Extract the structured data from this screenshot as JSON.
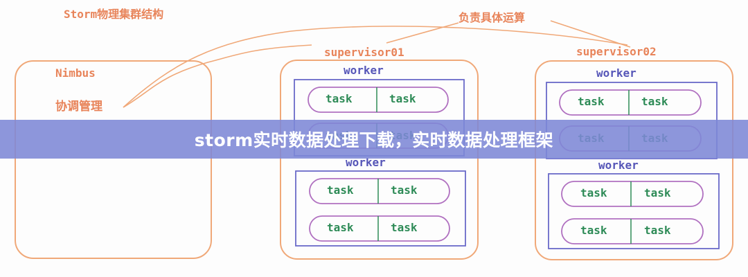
{
  "banner": {
    "title": "storm实时数据处理下载，实时数据处理框架"
  },
  "diagram": {
    "title": "Storm物理集群结构",
    "responsibility_label": "负责具体运算",
    "nimbus": {
      "name": "Nimbus",
      "role": "协调管理"
    },
    "supervisors": [
      {
        "name": "supervisor01",
        "workers": [
          {
            "name": "worker",
            "tasks": [
              "task",
              "task",
              "task",
              "task"
            ]
          },
          {
            "name": "worker",
            "tasks": [
              "task",
              "task",
              "task",
              "task"
            ]
          }
        ]
      },
      {
        "name": "supervisor02",
        "workers": [
          {
            "name": "worker",
            "tasks": [
              "task",
              "task",
              "task",
              "task"
            ]
          },
          {
            "name": "worker",
            "tasks": [
              "task",
              "task",
              "task",
              "task"
            ]
          }
        ]
      }
    ]
  },
  "colors": {
    "orange": "#e8845a",
    "blue": "#5656b8",
    "purple": "#b070c0",
    "green": "#2e8b57",
    "banner": "#7d87d6"
  }
}
